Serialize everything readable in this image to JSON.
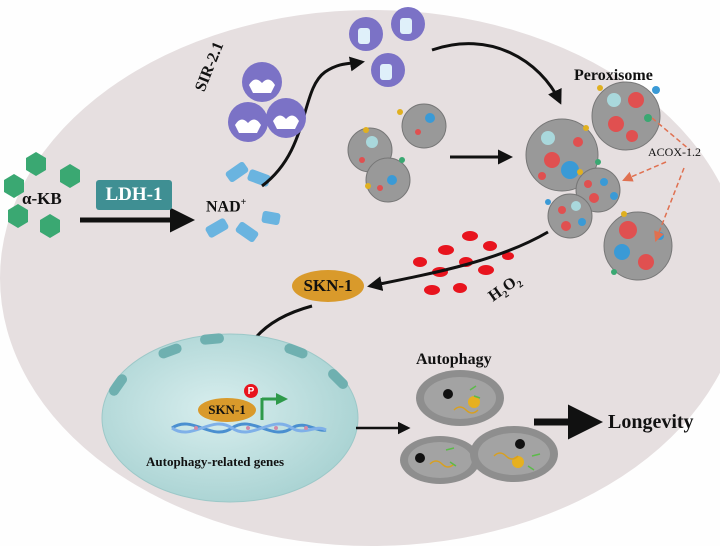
{
  "labels": {
    "akb": "α-KB",
    "ldh1": "LDH-1",
    "nad": "NAD",
    "nad_sup": "+",
    "sir21": "SIR-2.1",
    "peroxisome": "Peroxisome",
    "acox": "ACOX-1.2",
    "h2o2_h": "H",
    "h2o2_2a": "2",
    "h2o2_o": "O",
    "h2o2_2b": "2",
    "skn1": "SKN-1",
    "skn1_nuc": "SKN-1",
    "phospho": "P",
    "genes": "Autophagy-related genes",
    "autophagy": "Autophagy",
    "longevity": "Longevity"
  },
  "colors": {
    "cell": "#e6dfe0",
    "akb_hexagon": "#3aa872",
    "ldh_box": "#3f8f93",
    "nad_pill": "#6ab4e0",
    "sir_protein": "#7b72c6",
    "peroxisome": "#9a9a9a",
    "h2o2": "#e8141e",
    "skn1": "#d99a2b",
    "nucleus": "#bde0e0",
    "dna": "#4a8fd0",
    "acox_arrow": "#e07050",
    "autophagosome": "#8e8e8e",
    "arrow": "#111111"
  }
}
